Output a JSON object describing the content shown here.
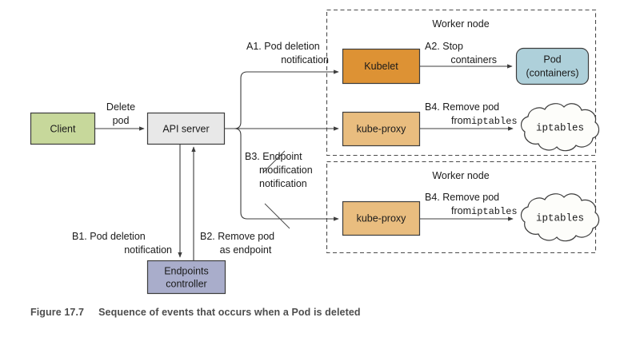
{
  "figure": {
    "number": "Figure 17.7",
    "caption": "Sequence of events that occurs when a Pod is deleted"
  },
  "colors": {
    "client_fill": "#c7d89b",
    "api_server_fill": "#e8e8e8",
    "kubelet_fill": "#dd9234",
    "kube_proxy_fill": "#e9bd7f",
    "pod_fill": "#aed0da",
    "endpoints_fill": "#a9adcb",
    "cloud_fill": "#fdfdfa",
    "stroke": "#3d3d3d",
    "dashed_stroke": "#4a4a4a",
    "caption_color": "#4d4d4d"
  },
  "nodes": {
    "client": {
      "label": "Client"
    },
    "api_server": {
      "label": "API server"
    },
    "endpoints_controller": {
      "label_line1": "Endpoints",
      "label_line2": "controller"
    },
    "kubelet": {
      "label": "Kubelet"
    },
    "kube_proxy_top": {
      "label": "kube-proxy"
    },
    "kube_proxy_bottom": {
      "label": "kube-proxy"
    },
    "pod": {
      "label_line1": "Pod",
      "label_line2": "(containers)"
    },
    "iptables_top": {
      "label": "iptables"
    },
    "iptables_bottom": {
      "label": "iptables"
    },
    "worker_node_top": {
      "title": "Worker node"
    },
    "worker_node_bottom": {
      "title": "Worker node"
    }
  },
  "edges": {
    "delete_pod": {
      "line1": "Delete",
      "line2": "pod"
    },
    "a1": {
      "line1": "A1. Pod deletion",
      "line2": "notification"
    },
    "a2": {
      "line1": "A2. Stop",
      "line2": "containers"
    },
    "b1": {
      "line1": "B1. Pod deletion",
      "line2": "notification"
    },
    "b2": {
      "line1": "B2. Remove pod",
      "line2": "as endpoint"
    },
    "b3": {
      "line1": "B3. Endpoint",
      "line2": "modification",
      "line3": "notification"
    },
    "b4_top": {
      "line1": "B4. Remove pod",
      "line2_prefix": "from ",
      "line2_mono": "iptables"
    },
    "b4_bottom": {
      "line1": "B4. Remove pod",
      "line2_prefix": "from ",
      "line2_mono": "iptables"
    }
  }
}
